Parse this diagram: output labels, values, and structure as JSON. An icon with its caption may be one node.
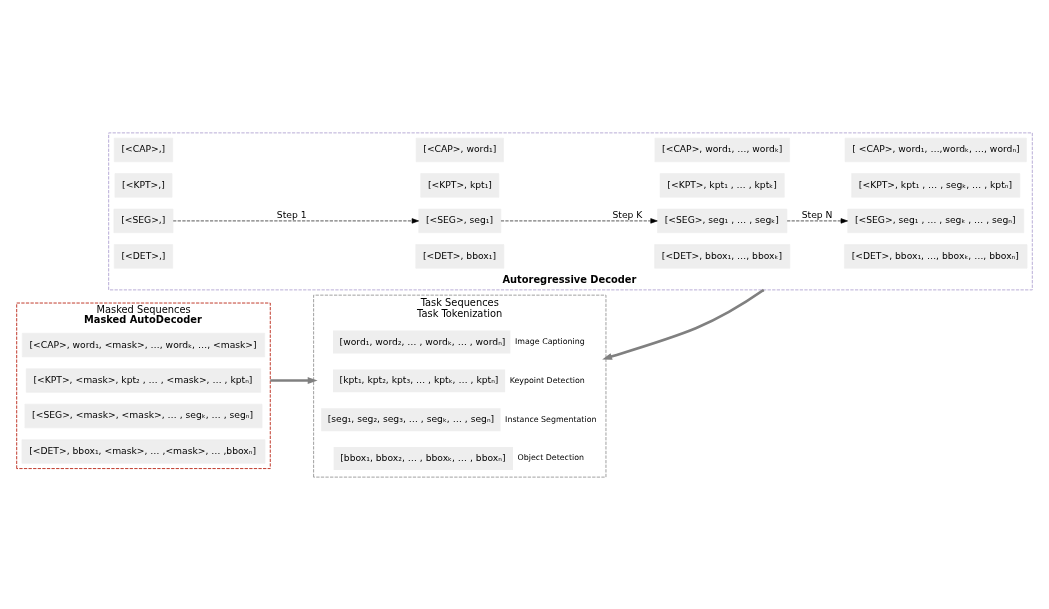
{
  "diagram": {
    "nodes": [
      {
        "text": [
          "Autoregressive Decoder"
        ]
      },
      {
        "text": [
          "[<DET>,]"
        ],
        "in": 0
      },
      {
        "text": [
          "[<SEG>,]"
        ],
        "in": 0
      },
      {
        "text": [
          "[<KPT>,]"
        ],
        "in": 0
      },
      {
        "text": [
          "[<CAP>,]"
        ],
        "in": 0
      },
      {
        "text": [
          "[<DET>, bbox₁]"
        ],
        "in": 0
      },
      {
        "text": [
          "[<SEG>, seg₁]"
        ],
        "in": 0
      },
      {
        "text": [
          "[<KPT>, kpt₁]"
        ],
        "in": 0
      },
      {
        "text": [
          "[<CAP>, word₁]"
        ],
        "in": 0
      },
      {
        "text": [
          "[<DET>, bbox₁, …, bboxₖ]"
        ],
        "in": 0
      },
      {
        "text": [
          "[<SEG>, seg₁ , … , segₖ]"
        ],
        "in": 0
      },
      {
        "text": [
          "[<KPT>, kpt₁ , … , kptₖ]"
        ],
        "in": 0
      },
      {
        "text": [
          "[<CAP>, word₁, …, wordₖ]"
        ],
        "in": 0
      },
      {
        "text": [
          "[<DET>, bbox₁, …, bboxₖ, …, bboxₙ]"
        ],
        "in": 0
      },
      {
        "text": [
          "[<SEG>, seg₁ , … , segₖ , … , segₙ]"
        ],
        "in": 0
      },
      {
        "text": [
          "[<KPT>, kpt₁ , … , segₖ, … , kptₙ]"
        ],
        "in": 0
      },
      {
        "text": [
          "[ <CAP>, word₁, …,wordₖ, …, wordₙ]"
        ],
        "in": 0
      },
      {
        "text": [
          "Masked Sequences",
          "Masked AutoDecoder"
        ]
      },
      {
        "text": [
          "[<DET>, bbox₁, <mask>, … ,<mask>, … ,bboxₙ]"
        ],
        "in": 17
      },
      {
        "text": [
          "[<SEG>, <mask>, <mask>, … , segₖ, … , segₙ]"
        ],
        "in": 17
      },
      {
        "text": [
          "[<KPT>, <mask>, kpt₂ , … , <mask>, … , kptₙ]"
        ],
        "in": 17
      },
      {
        "text": [
          "[<CAP>, word₁, <mask>, …, wordₖ, …, <mask>]"
        ],
        "in": 17
      },
      {
        "text": [
          "Task Sequences",
          "Task Tokenization"
        ]
      },
      {
        "text": [
          "[bbox₁, bbox₂, … , bboxₖ, … , bboxₙ]"
        ],
        "in": 22,
        "beside": [
          "Object Detection"
        ]
      },
      {
        "text": [
          "[seg₁, seg₂, seg₃, … , segₖ, … , segₙ]"
        ],
        "in": 22,
        "beside": [
          "Instance Segmentation"
        ]
      },
      {
        "text": [
          "[kpt₁, kpt₂, kpt₃, … , kptₖ, … , kptₙ]"
        ],
        "in": 22,
        "beside": [
          "Keypoint Detection"
        ]
      },
      {
        "text": [
          "[word₁, word₂, … , wordₖ, … , wordₙ]"
        ],
        "in": 22,
        "beside": [
          "Image Captioning"
        ]
      }
    ],
    "edges": [
      {
        "from": 2,
        "to": 6,
        "arrow": "to",
        "label": "Step 1",
        "style": "dashed"
      },
      {
        "from": 6,
        "to": 10,
        "arrow": "to",
        "label": "Step K",
        "style": "dashed"
      },
      {
        "from": 10,
        "to": 14,
        "arrow": "to",
        "label": "Step N",
        "style": "dashed"
      },
      {
        "from": 0,
        "to": 22,
        "arrow": "to",
        "style": "thick",
        "color": "#808080"
      },
      {
        "from": 17,
        "to": 22,
        "arrow": "to",
        "style": "thick",
        "color": "#808080"
      }
    ]
  }
}
